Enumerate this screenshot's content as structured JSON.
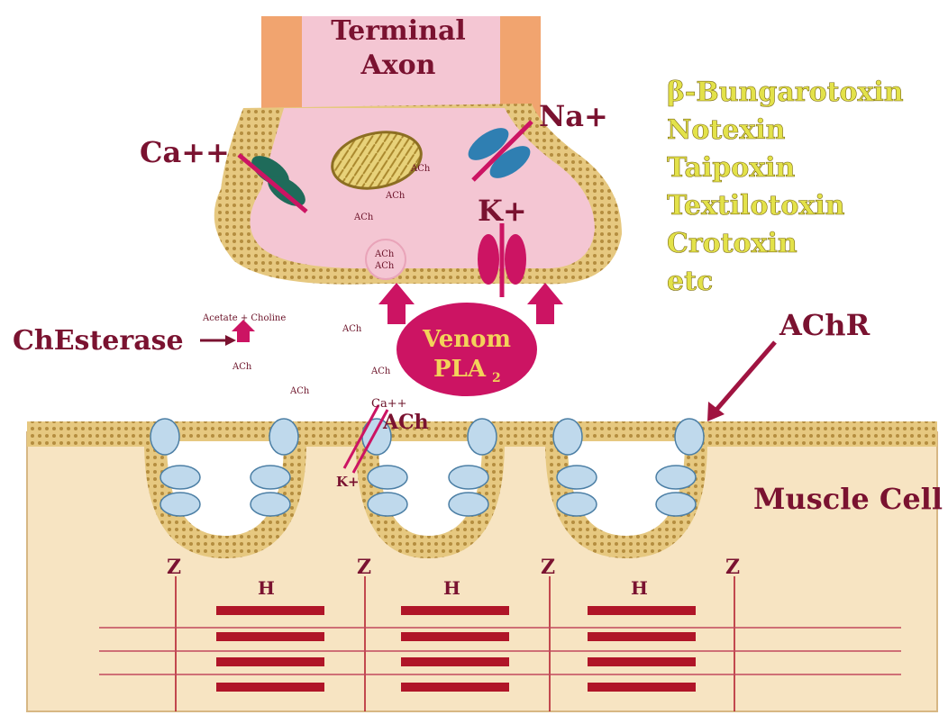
{
  "labels": {
    "terminal_line1": "Terminal",
    "terminal_line2": "Axon",
    "ca_ion": "Ca++",
    "na_ion": "Na+",
    "k_ion": "K+",
    "ach": "ACh",
    "ch_esterase": "ChEsterase",
    "acetate_choline": "Acetate + Choline",
    "venom_line1": "Venom",
    "venom_line2": "PLA",
    "venom_sub": "2",
    "achr": "AChR",
    "cleft_ca": "Ca++",
    "cleft_ach": "ACh",
    "cleft_k": "K+",
    "muscle_cell": "Muscle Cell",
    "z": "Z",
    "h": "H"
  },
  "toxins": [
    "β-Bungarotoxin",
    "Notexin",
    "Taipoxin",
    "Textilotoxin",
    "Crotoxin",
    "etc"
  ],
  "colors": {
    "axon_fill": "#f4c6d3",
    "membrane_outer": "#d9b86a",
    "membrane_dots": "#b08a3c",
    "crimson": "#cc1463",
    "label_dark": "#7a1230",
    "teal_channel": "#1f6b5a",
    "receptor_blue": "#bfd9ec",
    "muscle_fill": "#f7e4c2",
    "sarcomere_red": "#b01528",
    "toxin_yellow": "#e3e24a",
    "axon_stalk": "#f1a46f"
  }
}
